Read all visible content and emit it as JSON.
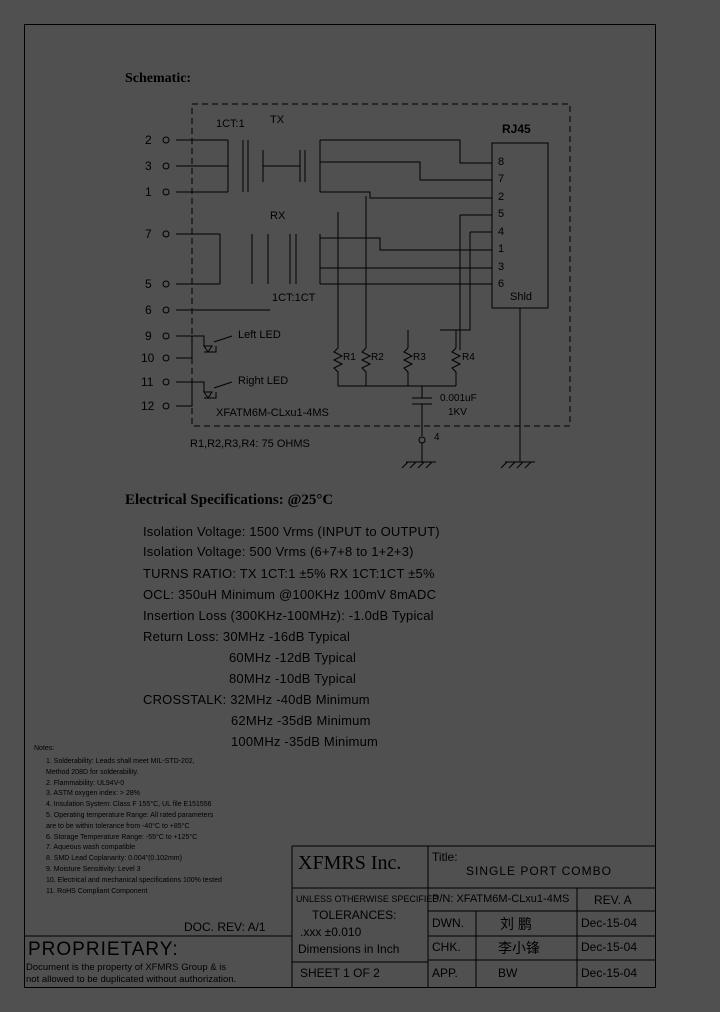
{
  "schematic": {
    "heading": "Schematic:",
    "rj45_label": "RJ45",
    "tx_label": "TX",
    "rx_label": "RX",
    "ratio_top": "1CT:1",
    "ratio_rx": "1CT:1CT",
    "left_pins": [
      "2",
      "3",
      "1",
      "7",
      "5",
      "6",
      "9",
      "10",
      "11",
      "12"
    ],
    "right_pins": [
      "8",
      "7",
      "2",
      "5",
      "4",
      "1",
      "3",
      "6"
    ],
    "shield_label": "Shld",
    "left_led": "Left LED",
    "right_led": "Right LED",
    "part_label": "XFATM6M-CLxu1-4MS",
    "resistors": [
      "R1",
      "R2",
      "R3",
      "R4"
    ],
    "cap_value": "0.001uF",
    "cap_voltage": "1KV",
    "pin4_label": "4",
    "resistor_note": "R1,R2,R3,R4: 75 OHMS"
  },
  "electrical": {
    "heading": "Electrical    Specifications:  @25°C",
    "lines": [
      "Isolation Voltage:   1500 Vrms (INPUT to OUTPUT)",
      "Isolation Voltage:   500 Vrms (6+7+8 to 1+2+3)",
      "TURNS RATIO: TX  1CT:1  ±5%  RX  1CT:1CT  ±5%",
      "OCL: 350uH  Minimum  @100KHz  100mV  8mADC",
      "Insertion Loss (300KHz-100MHz):  -1.0dB Typical",
      "Return Loss:  30MHz     -16dB Typical",
      "60MHz     -12dB Typical",
      "80MHz     -10dB Typical",
      "CROSSTALK:   32MHz      -40dB  Minimum",
      "62MHz      -35dB  Minimum",
      "100MHz    -35dB  Minimum"
    ]
  },
  "notes": {
    "heading": "Notes:",
    "items": [
      "1.  Solderability: Leads shall meet MIL-STD-202,",
      "     Method 208D for solderability.",
      "2.  Flammability: UL94V-0",
      "3.  ASTM oxygen index: > 28%",
      "4.  Insulation System: Class F 155°C, UL file E151556",
      "5.  Operating temperature Range: All rated parameters",
      "     are to be within tolerance from -40°C to +85°C",
      "6.  Storage Temperature Range: -55°C to +125°C",
      "7.  Aqueous wash compatible",
      "8.  SMD Lead Coplanarity: 0.004\"(0.102mm)",
      "9.  Moisture Sensitivity: Level 3",
      "10. Electrical and mechanical specifications 100% tested",
      "11. RoHS Compliant Component"
    ]
  },
  "title_block": {
    "doc_rev": "DOC. REV: A/1",
    "company": "XFMRS Inc.",
    "title_label": "Title:",
    "title": "SINGLE PORT COMBO",
    "unless": "UNLESS OTHERWISE SPECIFIED",
    "tolerances": "TOLERANCES:",
    "tol_value": ".xxx  ±0.010",
    "dimensions": "Dimensions in Inch",
    "sheet": "SHEET  1  OF  2",
    "pn": "P/N: XFATM6M-CLxu1-4MS",
    "rev": "REV. A",
    "dwn_label": "DWN.",
    "dwn_name": "刘  鹏",
    "dwn_date": "Dec-15-04",
    "chk_label": "CHK.",
    "chk_name": "李小锋",
    "chk_date": "Dec-15-04",
    "app_label": "APP.",
    "app_name": "BW",
    "app_date": "Dec-15-04",
    "proprietary": "PROPRIETARY:",
    "prop_line1": "Document is the property of XFMRS Group & is",
    "prop_line2": "not allowed to be duplicated without authorization."
  }
}
